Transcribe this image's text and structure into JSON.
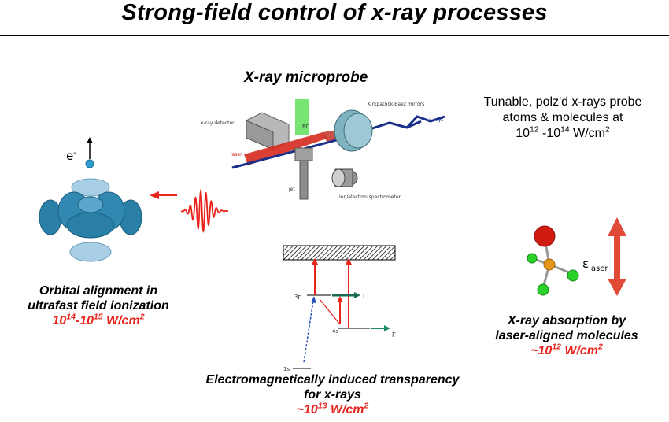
{
  "header": {
    "title": "Strong-field control of x-ray processes"
  },
  "microprobe": {
    "title": "X-ray microprobe",
    "labels": {
      "detector": "x-ray detector",
      "laser": "laser",
      "kb_mirror": "Kirkpatrick-Baez mirrors",
      "xrays": "x-rays",
      "kr": "Kr",
      "jet": "jet",
      "spectrometer": "Ion/electron spectrometer"
    }
  },
  "tunable": {
    "line1": "Tunable, polz'd x-rays probe",
    "line2": "atoms & molecules at",
    "base1": "10",
    "exp1": "12",
    "base2": " -10",
    "exp2": "14",
    "unit": " W/cm",
    "unit_exp": "2"
  },
  "orbital": {
    "electron_label": "e",
    "electron_sup": "-",
    "caption1": "Orbital alignment in",
    "caption2": "ultrafast field ionization",
    "base1": "10",
    "exp1": "14",
    "base2": "-10",
    "exp2": "15",
    "unit": " W/cm",
    "unit_exp": "2"
  },
  "eit": {
    "caption1": "Electromagnetically induced transparency",
    "caption2": "for x-rays",
    "prefix": "~10",
    "exp": "13",
    "unit": " W/cm",
    "unit_exp": "2",
    "levels": {
      "level_3p": "3p",
      "level_4s": "4s",
      "level_1s": "1s",
      "gamma_3p": "Γ",
      "gamma_4s": "Γ"
    }
  },
  "absorption": {
    "caption1": "X-ray absorption by",
    "caption2": "laser-aligned molecules",
    "prefix": "~10",
    "exp": "12",
    "unit": " W/cm",
    "unit_exp": "2",
    "epsilon": "ε",
    "epsilon_sub": "laser"
  },
  "colors": {
    "accent_red": "#e8241c",
    "orbital_blue": "#2a7fa6",
    "orbital_light": "#a9cfe6",
    "xray_blue": "#1a2f8a"
  }
}
